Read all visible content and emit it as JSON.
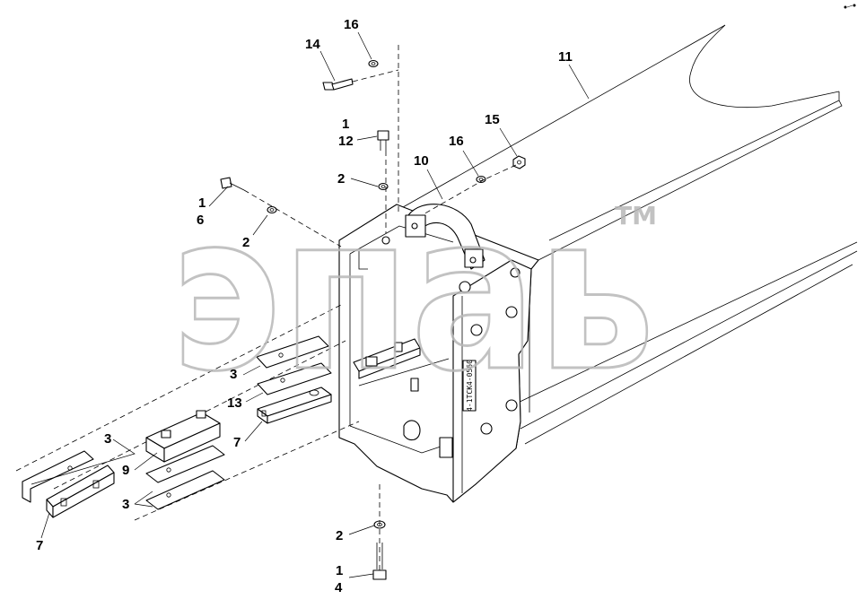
{
  "watermark": {
    "brand": "эпаь",
    "trademark": "TM"
  },
  "part_stamp": "4-1ТСК4-0560",
  "callouts": [
    {
      "id": "c16a",
      "text": "16"
    },
    {
      "id": "c14",
      "text": "14"
    },
    {
      "id": "c11",
      "text": "11"
    },
    {
      "id": "c1a",
      "text": "1"
    },
    {
      "id": "c12",
      "text": "12"
    },
    {
      "id": "c15",
      "text": "15"
    },
    {
      "id": "c16b",
      "text": "16"
    },
    {
      "id": "c10",
      "text": "10"
    },
    {
      "id": "c2a",
      "text": "2"
    },
    {
      "id": "c1b",
      "text": "1"
    },
    {
      "id": "c6",
      "text": "6"
    },
    {
      "id": "c2b",
      "text": "2"
    },
    {
      "id": "c3a",
      "text": "3"
    },
    {
      "id": "c13",
      "text": "13"
    },
    {
      "id": "c7a",
      "text": "7"
    },
    {
      "id": "c3b",
      "text": "3"
    },
    {
      "id": "c9",
      "text": "9"
    },
    {
      "id": "c3c",
      "text": "3"
    },
    {
      "id": "c7b",
      "text": "7"
    },
    {
      "id": "c2c",
      "text": "2"
    },
    {
      "id": "c1c",
      "text": "1"
    },
    {
      "id": "c4",
      "text": "4"
    }
  ]
}
